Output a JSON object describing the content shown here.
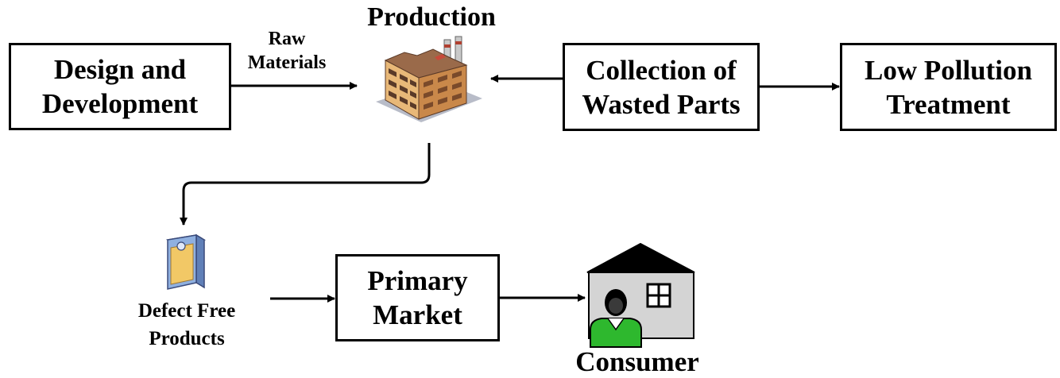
{
  "boxes": {
    "design": [
      "Design and",
      "Development"
    ],
    "collection": [
      "Collection of",
      "Wasted Parts"
    ],
    "treatment": [
      "Low Pollution",
      "Treatment"
    ],
    "market": [
      "Primary",
      "Market"
    ]
  },
  "labels": {
    "production": "Production",
    "raw_materials": [
      "Raw",
      "Materials"
    ],
    "defect_free": [
      "Defect Free",
      "Products"
    ],
    "consumer": "Consumer"
  },
  "colors": {
    "stroke": "#000000",
    "factory_wall": "#e8b878",
    "factory_dark": "#8a4a2a",
    "factory_window": "#5a3a28",
    "house_wall": "#d4d4d4",
    "house_roof": "#000000",
    "person_body": "#2eb82e",
    "product_box": "#8fb0e0",
    "product_face": "#f2c866"
  },
  "icons": [
    "factory-icon",
    "product-box-icon",
    "house-icon",
    "consumer-person-icon"
  ]
}
